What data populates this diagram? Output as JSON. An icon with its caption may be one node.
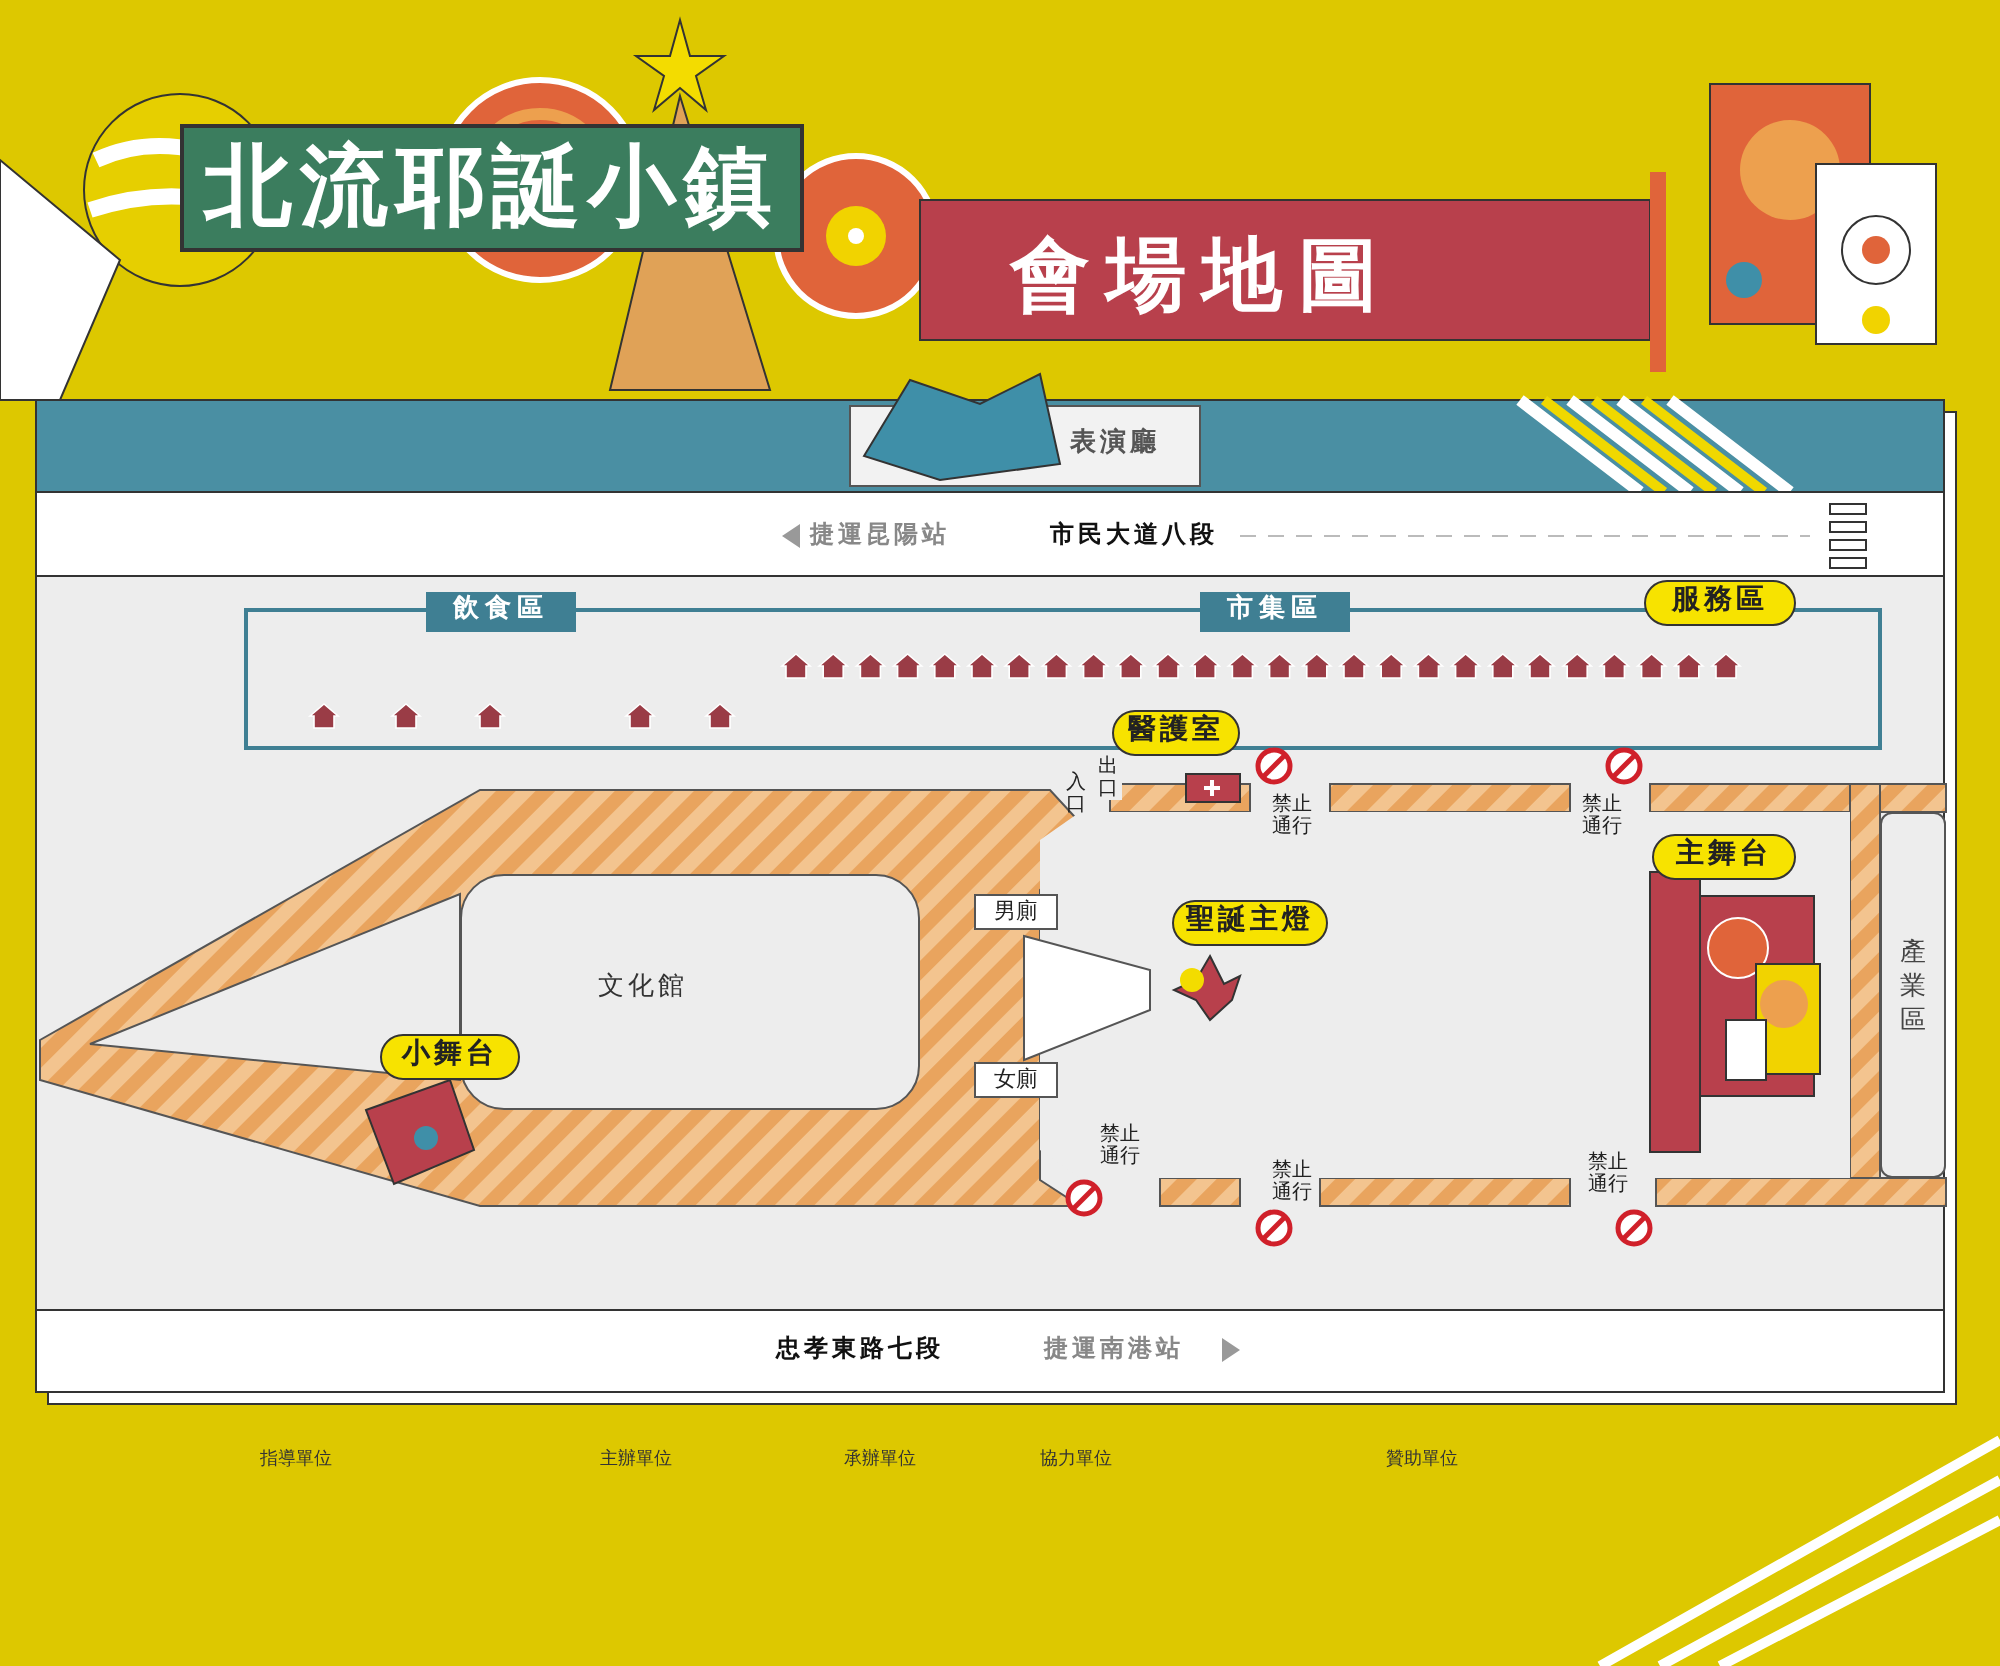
{
  "diagram": {
    "title": "北流耶誕小鎮",
    "nodes": [
      {
        "text": [
          "表演廳"
        ]
      },
      {
        "text": [
          "飲食區"
        ]
      },
      {
        "text": [
          "市集區"
        ]
      },
      {
        "text": [
          "服務區"
        ]
      },
      {
        "text": [
          "醫護室"
        ]
      },
      {
        "text": [
          "聖誕主燈"
        ]
      },
      {
        "text": [
          "主舞台"
        ]
      },
      {
        "text": [
          "小舞台"
        ]
      },
      {
        "text": [
          "男廁"
        ]
      },
      {
        "text": [
          "女廁"
        ]
      },
      {
        "text": [
          "文化館"
        ]
      },
      {
        "text": [
          "產業區"
        ]
      }
    ],
    "labels": [
      "會場地圖",
      "捷運昆陽站",
      "市民大道八段",
      "入口",
      "出口",
      "禁止通行",
      "禁止通行",
      "禁止通行",
      "禁止通行",
      "禁止通行",
      "忠孝東路七段",
      "捷運南港站",
      "指導單位",
      "主辦單位",
      "承辦單位",
      "協力單位",
      "贊助單位"
    ]
  }
}
